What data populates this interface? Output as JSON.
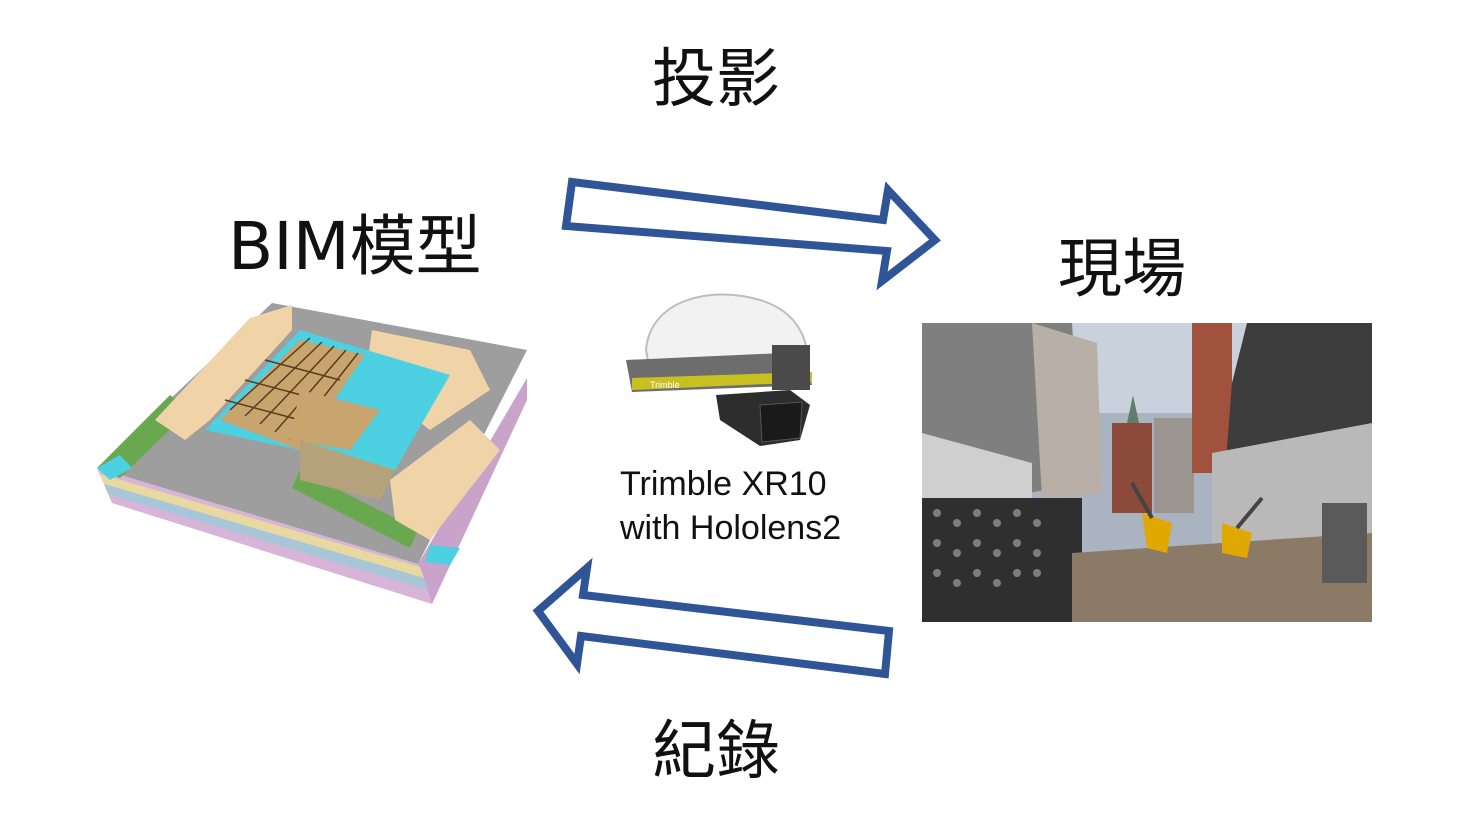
{
  "labels": {
    "projection": "投影",
    "bim_model": "BIM模型",
    "site": "現場",
    "record": "紀錄",
    "device_line1": "Trimble XR10",
    "device_line2": "with Hololens2",
    "headset_brand": "Trimble"
  },
  "colors": {
    "arrow_stroke": "#2f5597",
    "text": "#111111"
  },
  "icons": [
    "arrow-right-icon",
    "arrow-left-icon",
    "hololens-headset-icon"
  ]
}
